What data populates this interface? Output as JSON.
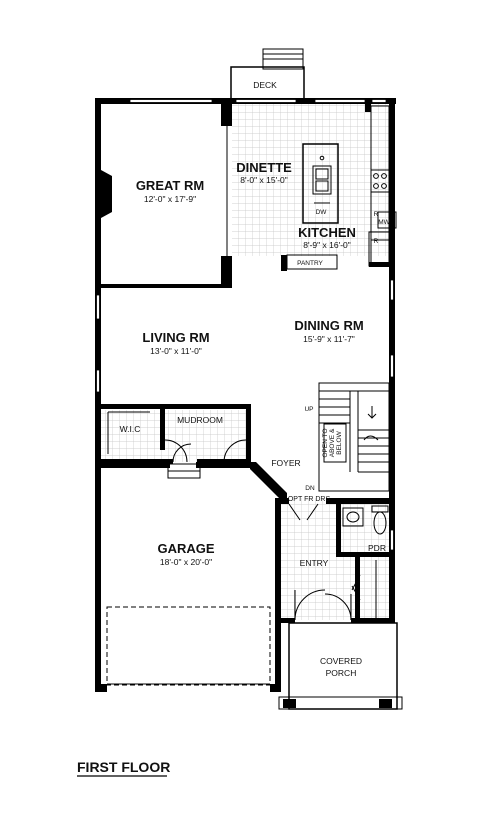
{
  "floor_title": "FIRST FLOOR",
  "rooms": {
    "deck": {
      "name": "DECK"
    },
    "great_rm": {
      "name": "GREAT RM",
      "dims": "12'-0\" x 17'-9\""
    },
    "dinette": {
      "name": "DINETTE",
      "dims": "8'-0\" x 15'-0\""
    },
    "kitchen": {
      "name": "KITCHEN",
      "dims": "8'-9\" x 16'-0\""
    },
    "living_rm": {
      "name": "LIVING RM",
      "dims": "13'-0\" x 11'-0\""
    },
    "dining_rm": {
      "name": "DINING RM",
      "dims": "15'-9\" x 11'-7\""
    },
    "wic": {
      "name": "W.I.C"
    },
    "mudroom": {
      "name": "MUDROOM"
    },
    "foyer": {
      "name": "FOYER"
    },
    "garage": {
      "name": "GARAGE",
      "dims": "18'-0\" x 20'-0\""
    },
    "entry": {
      "name": "ENTRY"
    },
    "pdr": {
      "name": "PDR"
    },
    "covered_porch": {
      "line1": "COVERED",
      "line2": "PORCH"
    }
  },
  "fixtures": {
    "dw": "DW",
    "mw": "MW",
    "r": "R",
    "r2": "R",
    "pantry": "PANTRY",
    "up": "UP",
    "dn": "DN",
    "open_to_above": [
      "OPEN TO",
      "ABOVE &",
      "BELOW"
    ],
    "opt_fr_drs": "OPT FR DRS"
  }
}
